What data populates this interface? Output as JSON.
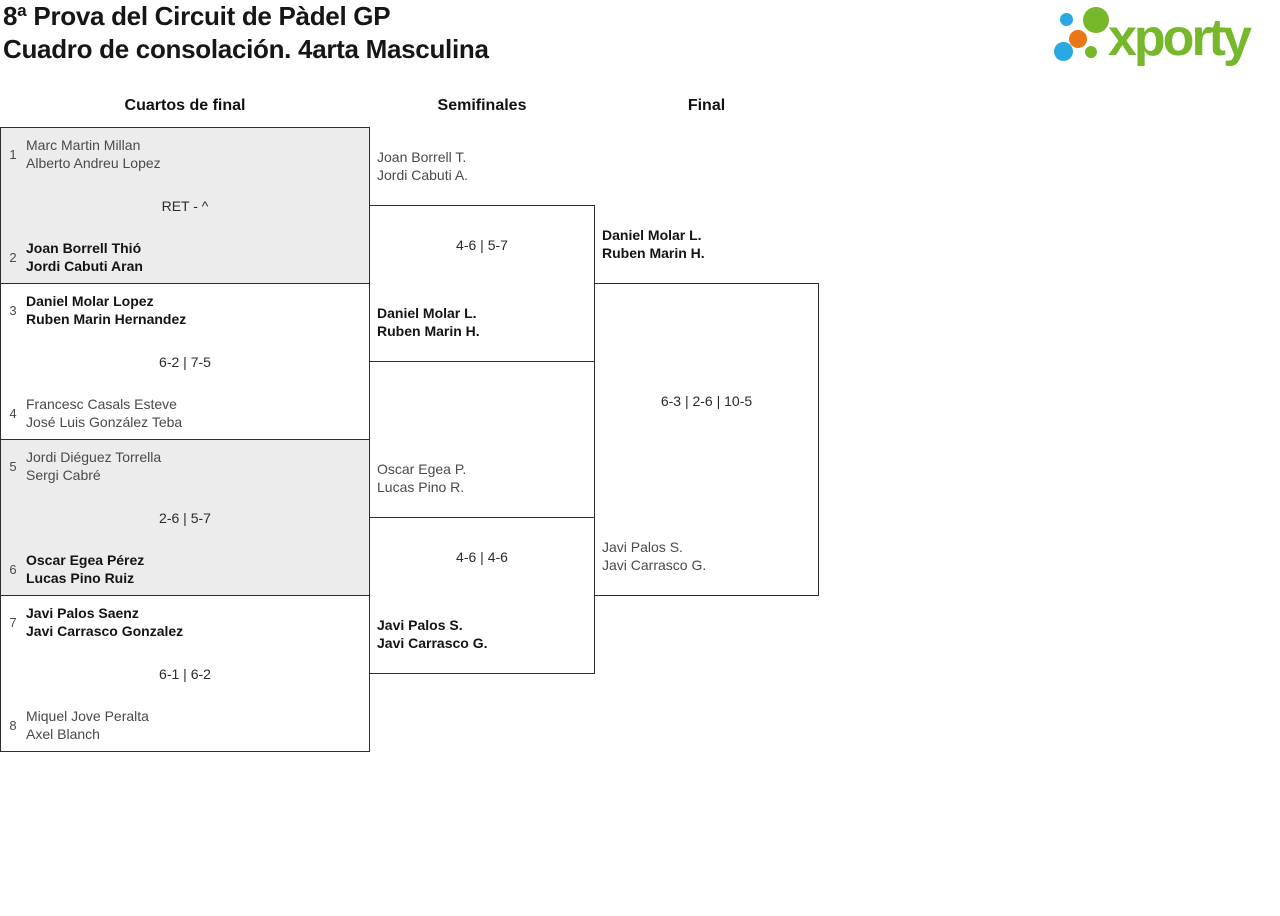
{
  "header": {
    "title_line1": "8ª Prova del Circuit de Pàdel GP",
    "title_line2": "Cuadro de consolación. 4arta Masculina",
    "logo_text": "xporty"
  },
  "colors": {
    "logo_green": "#76b82a",
    "logo_blue": "#29a9e1",
    "logo_orange": "#e87717",
    "box_gray": "#ececec",
    "border": "#2e2e2e",
    "loser_text": "#4a4a4a",
    "winner_text": "#141414"
  },
  "columns": [
    {
      "label": "Cuartos de final"
    },
    {
      "label": "Semifinales"
    },
    {
      "label": "Final"
    }
  ],
  "bracket": {
    "quarterfinals": [
      {
        "top": {
          "seed": "1",
          "players": [
            "Marc Martin Millan",
            "Alberto Andreu Lopez"
          ],
          "winner": false
        },
        "bottom": {
          "seed": "2",
          "players": [
            "Joan Borrell Thió",
            "Jordi Cabuti Aran"
          ],
          "winner": true
        },
        "score": "RET - ^"
      },
      {
        "top": {
          "seed": "3",
          "players": [
            "Daniel Molar Lopez",
            "Ruben Marin Hernandez"
          ],
          "winner": true
        },
        "bottom": {
          "seed": "4",
          "players": [
            "Francesc Casals Esteve",
            "José Luis González Teba"
          ],
          "winner": false
        },
        "score": "6-2 | 7-5"
      },
      {
        "top": {
          "seed": "5",
          "players": [
            "Jordi Diéguez Torrella",
            "Sergi Cabré"
          ],
          "winner": false
        },
        "bottom": {
          "seed": "6",
          "players": [
            "Oscar Egea Pérez",
            "Lucas Pino Ruiz"
          ],
          "winner": true
        },
        "score": "2-6 | 5-7"
      },
      {
        "top": {
          "seed": "7",
          "players": [
            "Javi Palos Saenz",
            "Javi Carrasco Gonzalez"
          ],
          "winner": true
        },
        "bottom": {
          "seed": "8",
          "players": [
            "Miquel Jove Peralta",
            "Axel Blanch"
          ],
          "winner": false
        },
        "score": "6-1 | 6-2"
      }
    ],
    "semifinals": [
      {
        "top": {
          "players": [
            "Joan Borrell T.",
            "Jordi Cabuti A."
          ],
          "winner": false
        },
        "bottom": {
          "players": [
            "Daniel Molar L.",
            "Ruben Marin H."
          ],
          "winner": true
        },
        "score": "4-6 | 5-7"
      },
      {
        "top": {
          "players": [
            "Oscar Egea P.",
            "Lucas Pino R."
          ],
          "winner": false
        },
        "bottom": {
          "players": [
            "Javi Palos S.",
            "Javi Carrasco G."
          ],
          "winner": true
        },
        "score": "4-6 | 4-6"
      }
    ],
    "final": {
      "top": {
        "players": [
          "Daniel Molar L.",
          "Ruben Marin H."
        ],
        "winner": true
      },
      "bottom": {
        "players": [
          "Javi Palos S.",
          "Javi Carrasco G."
        ],
        "winner": false
      },
      "score": "6-3 | 2-6 | 10-5"
    }
  }
}
